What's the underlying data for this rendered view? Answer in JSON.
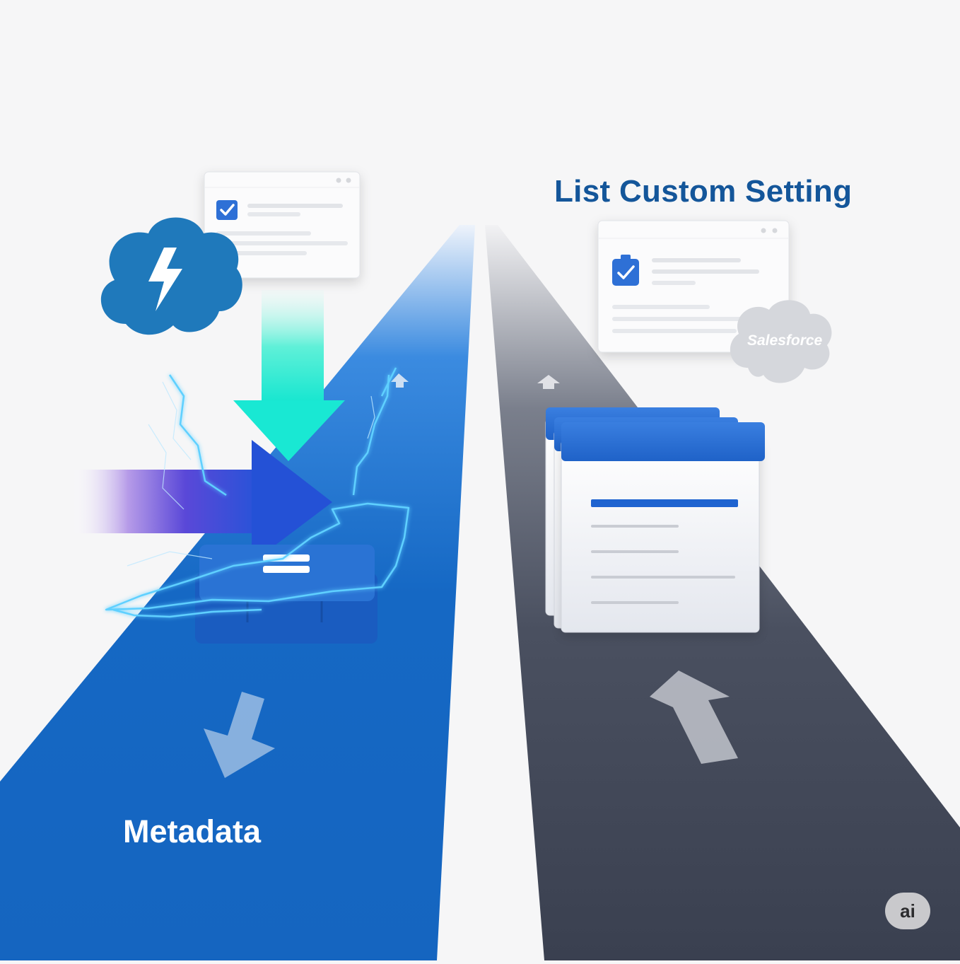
{
  "labels": {
    "right_title": "List Custom Setting",
    "left_title": "Metadata",
    "cloud_brand": "Salesforce",
    "badge": "ai"
  },
  "icons": {
    "storm_cloud": "lightning-cloud-icon",
    "checkbox": "check-icon",
    "clipboard": "clipboard-check-icon",
    "arrows": "arrow-icon"
  },
  "colors": {
    "blue_lane": "#1568c4",
    "dark_lane": "#3c4252",
    "title_blue": "#14569a",
    "teal_arrow": "#1ee8d2",
    "purple_arrow": "#6a4fe0",
    "cloud_blue": "#1f79bb",
    "electric": "#4fc8ff"
  }
}
